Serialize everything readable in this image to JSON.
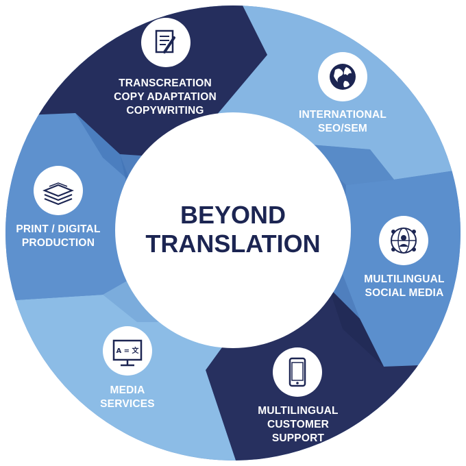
{
  "center": {
    "line1": "BEYOND",
    "line2": "TRANSLATION"
  },
  "segments": [
    {
      "lines": [
        "TRANSCREATION",
        "COPY ADAPTATION",
        "COPYWRITING"
      ],
      "icon": "document-pen-icon"
    },
    {
      "lines": [
        "INTERNATIONAL",
        "SEO/SEM"
      ],
      "icon": "globe-icon"
    },
    {
      "lines": [
        "MULTILINGUAL",
        "SOCIAL MEDIA"
      ],
      "icon": "people-network-icon"
    },
    {
      "lines": [
        "MULTILINGUAL",
        "CUSTOMER",
        "SUPPORT"
      ],
      "icon": "smartphone-icon"
    },
    {
      "lines": [
        "MEDIA",
        "SERVICES"
      ],
      "icon": "monitor-translate-icon"
    },
    {
      "lines": [
        "PRINT / DIGITAL",
        "PRODUCTION"
      ],
      "icon": "layers-icon"
    }
  ],
  "icon_text": {
    "monitor": "A = 文"
  },
  "colors": {
    "navy": "#232d5c",
    "light_blue": "#8ab8e4",
    "mid_blue": "#5589c8",
    "center_fill": "#ffffff",
    "center_text": "#1c2552"
  }
}
